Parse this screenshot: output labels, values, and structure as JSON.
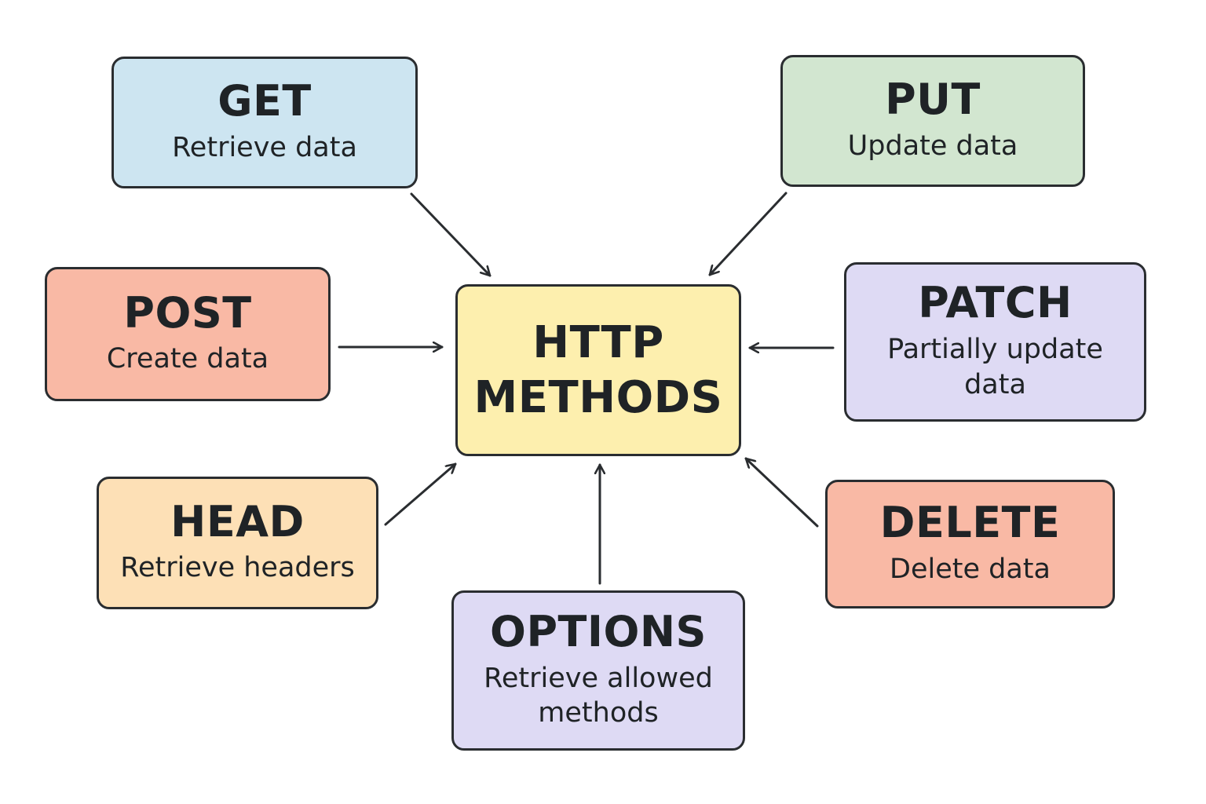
{
  "center": {
    "line1": "HTTP",
    "line2": "METHODS",
    "color": "#fdefae"
  },
  "methods": [
    {
      "id": "get",
      "name": "GET",
      "description": "Retrieve data",
      "color": "#cde5f1"
    },
    {
      "id": "put",
      "name": "PUT",
      "description": "Update data",
      "color": "#d2e6d0"
    },
    {
      "id": "post",
      "name": "POST",
      "description": "Create data",
      "color": "#f9b9a5"
    },
    {
      "id": "patch",
      "name": "PATCH",
      "description": "Partially update data",
      "color": "#dedaf4"
    },
    {
      "id": "head",
      "name": "HEAD",
      "description": "Retrieve headers",
      "color": "#fde0b6"
    },
    {
      "id": "delete",
      "name": "DELETE",
      "description": "Delete data",
      "color": "#f9b9a5"
    },
    {
      "id": "options",
      "name": "OPTIONS",
      "description": "Retrieve allowed methods",
      "color": "#dedaf4"
    }
  ],
  "arrows": [
    {
      "from": "get",
      "to": "center"
    },
    {
      "from": "put",
      "to": "center"
    },
    {
      "from": "post",
      "to": "center"
    },
    {
      "from": "patch",
      "to": "center"
    },
    {
      "from": "head",
      "to": "center"
    },
    {
      "from": "delete",
      "to": "center"
    },
    {
      "from": "options",
      "to": "center"
    }
  ],
  "stroke_color": "#2a2d30"
}
